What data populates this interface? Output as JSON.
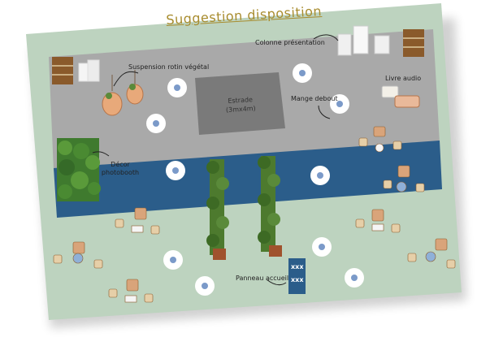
{
  "title": "Suggestion disposition",
  "stage": {
    "line1": "Estrade",
    "line2": "(3mx4m)"
  },
  "labels": {
    "suspension": "Suspension rotin végétal",
    "colonne": "Colonne présentation",
    "livre": "Livre audio",
    "mange": "Mange debout",
    "decor_line1": "Décor",
    "decor_line2": "photobooth",
    "panneau": "Panneau accueil"
  },
  "sign": {
    "line1": "xxx",
    "line2": "xxx"
  },
  "colors": {
    "lawn": "#bdd3bf",
    "floor": "#a9a9a9",
    "stage": "#7a7a7a",
    "carpet": "#2b5d8a",
    "title": "#a88c2e"
  }
}
